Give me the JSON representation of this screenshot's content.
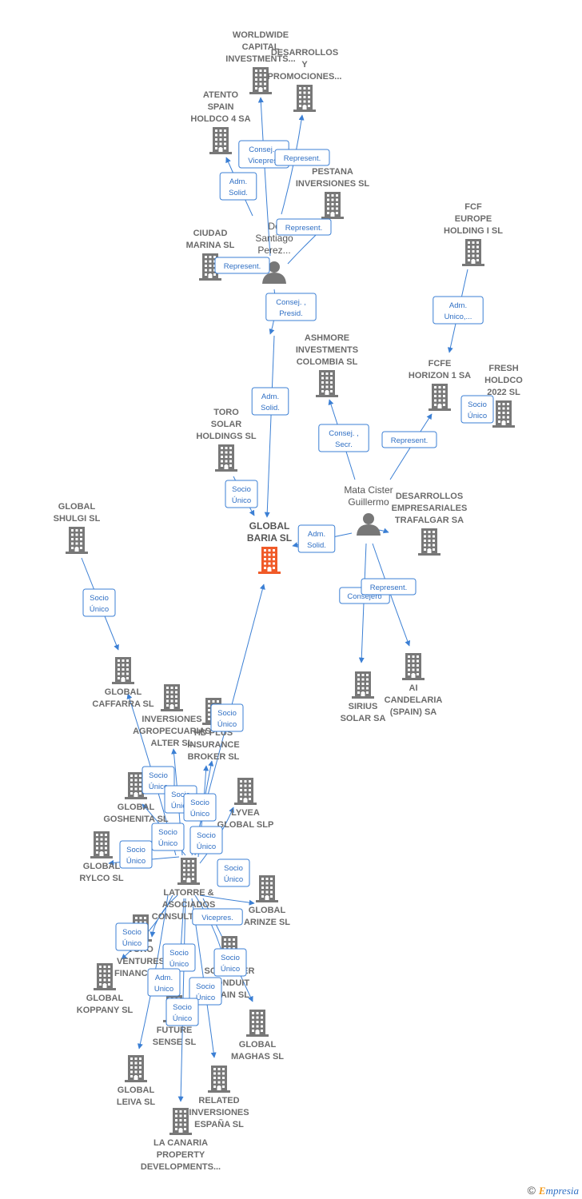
{
  "colors": {
    "building": "#787878",
    "focal": "#f05a28",
    "person": "#777777",
    "edge": "#3b7fd4",
    "label": "#6b6b6b"
  },
  "footer": {
    "copyright": "©",
    "brand_initial": "E",
    "brand_rest": "mpresia"
  },
  "nodes": [
    {
      "id": "worldwide",
      "kind": "company",
      "label": [
        "WORLDWIDE",
        "CAPITAL",
        "INVESTMENTS..."
      ]
    },
    {
      "id": "desarrollos_promo",
      "kind": "company",
      "label": [
        "DESARROLLOS",
        "Y",
        "PROMOCIONES..."
      ]
    },
    {
      "id": "atento",
      "kind": "company",
      "label": [
        "ATENTO",
        "SPAIN",
        "HOLDCO 4 SA"
      ]
    },
    {
      "id": "pestana",
      "kind": "company",
      "label": [
        "PESTANA",
        "INVERSIONES SL"
      ]
    },
    {
      "id": "ciudad_marina",
      "kind": "company",
      "label": [
        "CIUDAD",
        "MARINA SL"
      ]
    },
    {
      "id": "de_santiago",
      "kind": "person",
      "label": [
        "De",
        "Santiago",
        "Perez..."
      ]
    },
    {
      "id": "fcf_europe",
      "kind": "company",
      "label": [
        "FCF",
        "EUROPE",
        "HOLDING I  SL"
      ]
    },
    {
      "id": "ashmore",
      "kind": "company",
      "label": [
        "ASHMORE",
        "INVESTMENTS",
        "COLOMBIA SL"
      ]
    },
    {
      "id": "fcfe_horizon",
      "kind": "company",
      "label": [
        "FCFE",
        "HORIZON 1 SA"
      ]
    },
    {
      "id": "fresh_holdco",
      "kind": "company",
      "label": [
        "FRESH",
        "HOLDCO",
        "2022  SL"
      ]
    },
    {
      "id": "toro_solar",
      "kind": "company",
      "label": [
        "TORO",
        "SOLAR",
        "HOLDINGS  SL"
      ]
    },
    {
      "id": "mata_cister",
      "kind": "person",
      "label": [
        "Mata Cister",
        "Guillermo"
      ]
    },
    {
      "id": "desarrollos_trafalgar",
      "kind": "company",
      "label": [
        "DESARROLLOS",
        "EMPRESARIALES",
        "TRAFALGAR SA"
      ]
    },
    {
      "id": "global_shulgi",
      "kind": "company",
      "label": [
        "GLOBAL",
        "SHULGI  SL"
      ]
    },
    {
      "id": "global_baria",
      "kind": "focal",
      "label": [
        "GLOBAL",
        "BARIA  SL"
      ]
    },
    {
      "id": "sirius",
      "kind": "company",
      "label": [
        "SIRIUS",
        "SOLAR SA"
      ]
    },
    {
      "id": "ai_candelaria",
      "kind": "company",
      "label": [
        "AI",
        "CANDELARIA",
        "(SPAIN) SA"
      ]
    },
    {
      "id": "global_caffarra",
      "kind": "company",
      "label": [
        "GLOBAL",
        "CAFFARRA  SL"
      ]
    },
    {
      "id": "inversiones_agro",
      "kind": "company",
      "label": [
        "INVERSIONES",
        "AGROPECUARIAS",
        "ALTER  SL"
      ]
    },
    {
      "id": "hd_plus",
      "kind": "company",
      "label": [
        "HD PLUS",
        "INSURANCE",
        "BROKER  SL"
      ]
    },
    {
      "id": "lyvea",
      "kind": "company",
      "label": [
        "LYVEA",
        "GLOBAL  SLP"
      ]
    },
    {
      "id": "global_goshenita",
      "kind": "company",
      "label": [
        "GLOBAL",
        "GOSHENITA SL"
      ]
    },
    {
      "id": "global_rylco",
      "kind": "company",
      "label": [
        "GLOBAL",
        "RYLCO  SL"
      ]
    },
    {
      "id": "latorre",
      "kind": "company",
      "label": [
        "LATORRE &",
        "ASOCIADOS",
        "CONSULTORES..."
      ]
    },
    {
      "id": "global_arinze",
      "kind": "company",
      "label": [
        "GLOBAL",
        "ARINZE  SL"
      ]
    },
    {
      "id": "toro_ventures",
      "kind": "company",
      "label": [
        "TORO",
        "VENTURES",
        "FINANCE SL"
      ]
    },
    {
      "id": "schroder",
      "kind": "company",
      "label": [
        "SCHRODER",
        "CONDUIT",
        "SPAIN SL"
      ]
    },
    {
      "id": "global_koppany",
      "kind": "company",
      "label": [
        "GLOBAL",
        "KOPPANY  SL"
      ]
    },
    {
      "id": "global_maghas",
      "kind": "company",
      "label": [
        "GLOBAL",
        "MAGHAS  SL"
      ]
    },
    {
      "id": "future_sense",
      "kind": "company",
      "label": [
        "FUTURE",
        "SENSE  SL"
      ]
    },
    {
      "id": "global_leiva",
      "kind": "company",
      "label": [
        "GLOBAL",
        "LEIVA  SL"
      ]
    },
    {
      "id": "related",
      "kind": "company",
      "label": [
        "RELATED",
        "INVERSIONES",
        "ESPAÑA  SL"
      ]
    },
    {
      "id": "la_canaria",
      "kind": "company",
      "label": [
        "LA CANARIA",
        "PROPERTY",
        "DEVELOPMENTS..."
      ]
    }
  ],
  "edges": [
    {
      "from": "de_santiago",
      "to": "worldwide",
      "role": [
        "Consej. ,",
        "Vicepres."
      ]
    },
    {
      "from": "de_santiago",
      "to": "desarrollos_promo",
      "role": [
        "Represent."
      ]
    },
    {
      "from": "de_santiago",
      "to": "atento",
      "role": [
        "Adm.",
        "Solid."
      ]
    },
    {
      "from": "de_santiago",
      "to": "pestana",
      "role": [
        "Represent."
      ]
    },
    {
      "from": "de_santiago",
      "to": "ciudad_marina",
      "role": [
        "Represent."
      ]
    },
    {
      "from": "de_santiago",
      "to": "global_baria",
      "role": [
        "Consej. ,",
        "Presid."
      ]
    },
    {
      "from": "de_santiago",
      "to": "global_baria",
      "role": [
        "Adm.",
        "Solid."
      ]
    },
    {
      "from": "fcf_europe",
      "to": "fcfe_horizon",
      "role": [
        "Adm.",
        "Unico,..."
      ]
    },
    {
      "from": "mata_cister",
      "to": "ashmore",
      "role": [
        "Consej. ,",
        "Secr."
      ]
    },
    {
      "from": "mata_cister",
      "to": "fcfe_horizon",
      "role": [
        "Represent."
      ]
    },
    {
      "from": "mata_cister",
      "to": "fresh_holdco",
      "role": [
        "Socio",
        "Único"
      ]
    },
    {
      "from": "toro_solar",
      "to": "global_baria",
      "role": [
        "Socio",
        "Único"
      ]
    },
    {
      "from": "mata_cister",
      "to": "global_baria",
      "role": [
        "Adm.",
        "Solid."
      ]
    },
    {
      "from": "mata_cister",
      "to": "desarrollos_trafalgar",
      "role": []
    },
    {
      "from": "mata_cister",
      "to": "sirius",
      "role": [
        "Consejero"
      ]
    },
    {
      "from": "mata_cister",
      "to": "ai_candelaria",
      "role": [
        "Represent."
      ]
    },
    {
      "from": "global_shulgi",
      "to": "global_caffarra",
      "role": [
        "Socio",
        "Único"
      ]
    },
    {
      "from": "latorre",
      "to": "global_baria",
      "role": [
        "Socio",
        "Único"
      ]
    },
    {
      "from": "latorre",
      "to": "global_caffarra",
      "role": [
        "Socio",
        "Único"
      ]
    },
    {
      "from": "latorre",
      "to": "inversiones_agro",
      "role": [
        "Socio",
        "Único"
      ]
    },
    {
      "from": "latorre",
      "to": "hd_plus",
      "role": [
        "Socio",
        "Único"
      ]
    },
    {
      "from": "latorre",
      "to": "global_goshenita",
      "role": [
        "Socio",
        "Único"
      ]
    },
    {
      "from": "latorre",
      "to": "global_rylco",
      "role": [
        "Socio",
        "Único"
      ]
    },
    {
      "from": "latorre",
      "to": "hd_plus",
      "role": [
        "Socio",
        "Único"
      ]
    },
    {
      "from": "latorre",
      "to": "lyvea",
      "role": [
        "Socio",
        "Único"
      ]
    },
    {
      "from": "latorre",
      "to": "global_arinze",
      "role": [
        "Vicepres."
      ]
    },
    {
      "from": "latorre",
      "to": "toro_ventures",
      "role": [
        "Socio",
        "Único"
      ]
    },
    {
      "from": "latorre",
      "to": "schroder",
      "role": [
        "Socio",
        "Único"
      ]
    },
    {
      "from": "latorre",
      "to": "global_koppany",
      "role": [
        "Socio",
        "Único"
      ]
    },
    {
      "from": "latorre",
      "to": "global_leiva",
      "role": [
        "Adm.",
        "Unico"
      ]
    },
    {
      "from": "latorre",
      "to": "future_sense",
      "role": [
        "Socio",
        "Único"
      ]
    },
    {
      "from": "latorre",
      "to": "global_maghas",
      "role": []
    },
    {
      "from": "latorre",
      "to": "related",
      "role": [
        "Socio",
        "Único"
      ]
    },
    {
      "from": "latorre",
      "to": "la_canaria",
      "role": [
        "Socio",
        "Único"
      ]
    }
  ]
}
